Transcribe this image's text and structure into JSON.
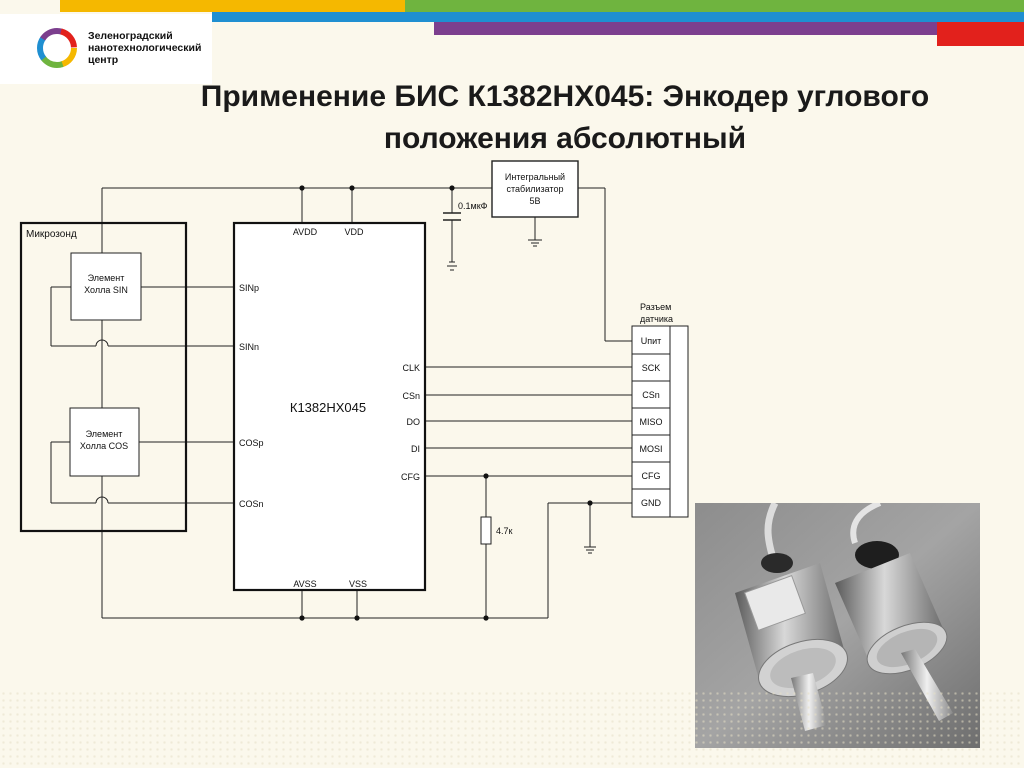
{
  "header": {
    "logo_lines": [
      "Зеленоградский",
      "нанотехнологический",
      "центр"
    ],
    "title_line1": "Применение БИС К1382НХ045: Энкодер углового",
    "title_line2": "положения абсолютный",
    "colors": {
      "yellow": "#f5b800",
      "green": "#6fb43f",
      "blue": "#1f8fd1",
      "purple": "#7c3f8e",
      "red": "#e2211c"
    }
  },
  "schematic": {
    "microprobe_label": "Микрозонд",
    "hall_sin": [
      "Элемент",
      "Холла SIN"
    ],
    "hall_cos": [
      "Элемент",
      "Холла COS"
    ],
    "chip_name": "К1382НХ045",
    "chip_top_pins": {
      "avdd": "AVDD",
      "vdd": "VDD"
    },
    "chip_bottom_pins": {
      "avss": "AVSS",
      "vss": "VSS"
    },
    "chip_left_pins": {
      "sinp": "SINp",
      "sinn": "SINn",
      "cosp": "COSp",
      "cosn": "COSn"
    },
    "chip_right_pins": {
      "clk": "CLK",
      "csn": "CSn",
      "do": "DO",
      "di": "DI",
      "cfg": "CFG"
    },
    "capacitor_label": "0.1мкФ",
    "regulator_lines": [
      "Интегральный",
      "стабилизатор",
      "5В"
    ],
    "resistor_label": "4.7к",
    "connector_title": [
      "Разъем",
      "датчика"
    ],
    "connector_pins": [
      "Uпит",
      "SCK",
      "CSn",
      "MISO",
      "MOSI",
      "CFG",
      "GND"
    ]
  },
  "photo": {
    "icon": "encoder-photo-icon"
  }
}
